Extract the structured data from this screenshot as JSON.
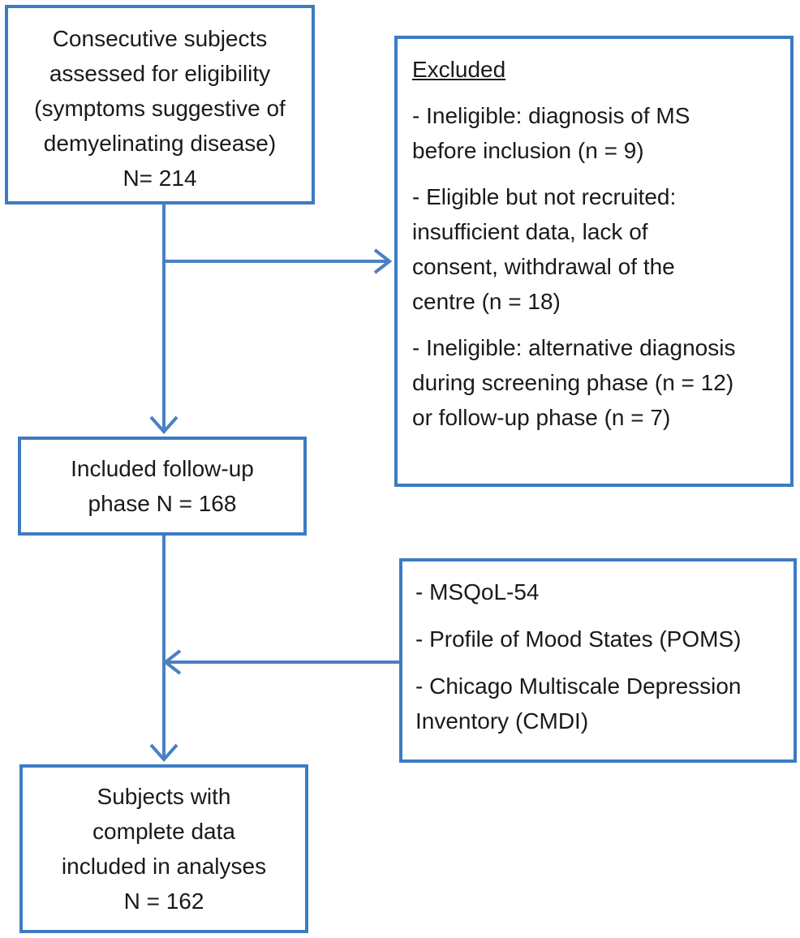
{
  "screening": {
    "lines": [
      "Consecutive subjects",
      "assessed for eligibility",
      "(symptoms suggestive of",
      "demyelinating disease)",
      "N= 214"
    ]
  },
  "excluded": {
    "heading": "Excluded",
    "items": [
      {
        "lines": [
          "- Ineligible: diagnosis of MS",
          "before inclusion (n = 9)"
        ]
      },
      {
        "lines": [
          "- Eligible but not recruited:",
          "insufficient data, lack of",
          "consent, withdrawal of the",
          "centre (n = 18)"
        ]
      },
      {
        "lines": [
          "- Ineligible: alternative diagnosis",
          "during screening phase (n = 12)",
          "or follow-up phase (n = 7)"
        ]
      }
    ]
  },
  "included": {
    "lines": [
      "Included follow-up",
      "phase N = 168"
    ]
  },
  "measures": {
    "items": [
      {
        "lines": [
          "- MSQoL-54"
        ]
      },
      {
        "lines": [
          "- Profile of Mood States (POMS)"
        ]
      },
      {
        "lines": [
          "- Chicago Multiscale Depression",
          "Inventory (CMDI)"
        ]
      }
    ]
  },
  "complete": {
    "lines": [
      "Subjects with",
      "complete data",
      "included in analyses",
      "N = 162"
    ]
  },
  "colors": {
    "box_border": "#3c7bc2",
    "arrow": "#4a80c4"
  }
}
